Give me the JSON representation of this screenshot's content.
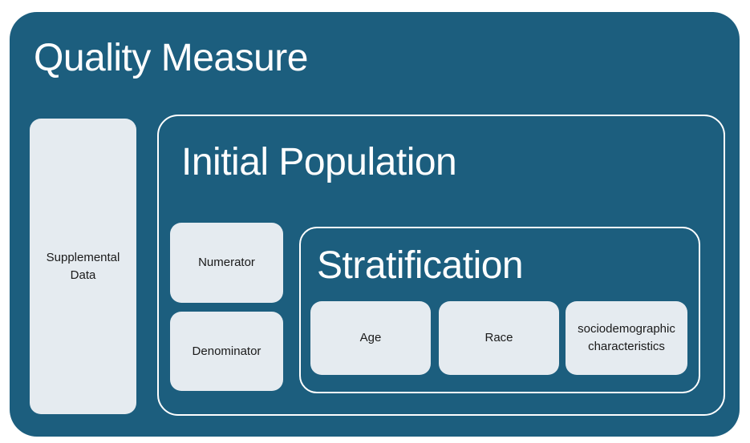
{
  "colors": {
    "page_background": "#ffffff",
    "container_fill": "#1c5e7e",
    "box_fill": "#e5ebf0",
    "box_text": "#1a1a1a",
    "title_text": "#ffffff",
    "outline_border": "#ffffff"
  },
  "diagram": {
    "title": "Quality Measure",
    "supplemental_label": "Supplemental Data",
    "initial_population": {
      "title": "Initial Population",
      "numerator_label": "Numerator",
      "denominator_label": "Denominator",
      "stratification": {
        "title": "Stratification",
        "items": [
          "Age",
          "Race",
          "sociodemographic characteristics"
        ]
      }
    }
  }
}
